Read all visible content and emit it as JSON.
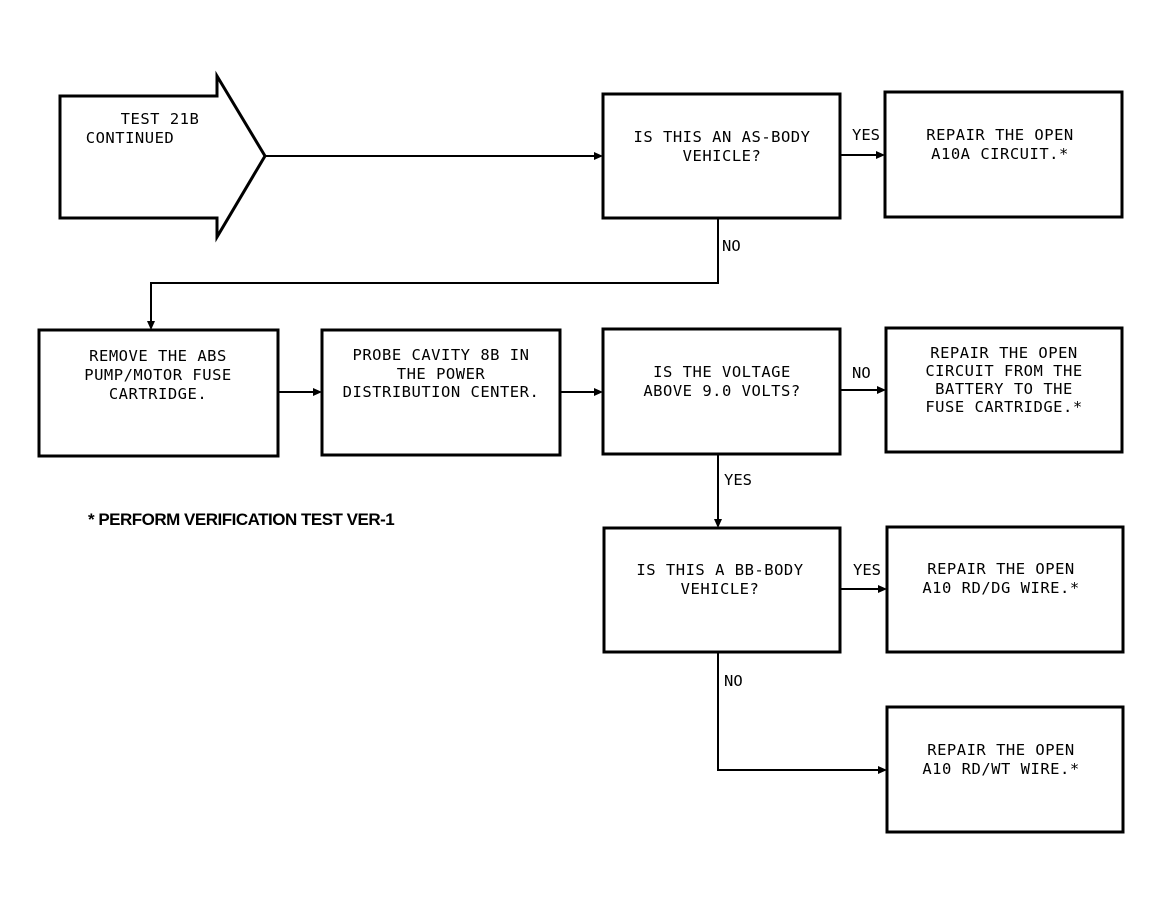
{
  "start": {
    "line1": "TEST 21B",
    "line2": "CONTINUED"
  },
  "q_as_body": {
    "line1": "IS THIS AN AS-BODY",
    "line2": "VEHICLE?"
  },
  "r_a10a": {
    "line1": "REPAIR THE OPEN",
    "line2": "A10A CIRCUIT.*"
  },
  "s_remove": {
    "line1": "REMOVE THE ABS",
    "line2": "PUMP/MOTOR FUSE",
    "line3": "CARTRIDGE."
  },
  "s_probe": {
    "line1": "PROBE CAVITY 8B IN",
    "line2": "THE POWER",
    "line3": "DISTRIBUTION CENTER."
  },
  "q_voltage": {
    "line1": "IS THE VOLTAGE",
    "line2": "ABOVE 9.0 VOLTS?"
  },
  "r_battery": {
    "line1": "REPAIR THE OPEN",
    "line2": "CIRCUIT FROM THE",
    "line3": "BATTERY TO THE",
    "line4": "FUSE CARTRIDGE.*"
  },
  "q_bb_body": {
    "line1": "IS THIS A BB-BODY",
    "line2": "VEHICLE?"
  },
  "r_rd_dg": {
    "line1": "REPAIR THE OPEN",
    "line2": "A10 RD/DG WIRE.*"
  },
  "r_rd_wt": {
    "line1": "REPAIR THE OPEN",
    "line2": "A10 RD/WT WIRE.*"
  },
  "labels": {
    "yes_as": "YES",
    "no_as": "NO",
    "no_voltage": "NO",
    "yes_voltage": "YES",
    "yes_bb": "YES",
    "no_bb": "NO"
  },
  "note": "* PERFORM VERIFICATION TEST VER-1"
}
